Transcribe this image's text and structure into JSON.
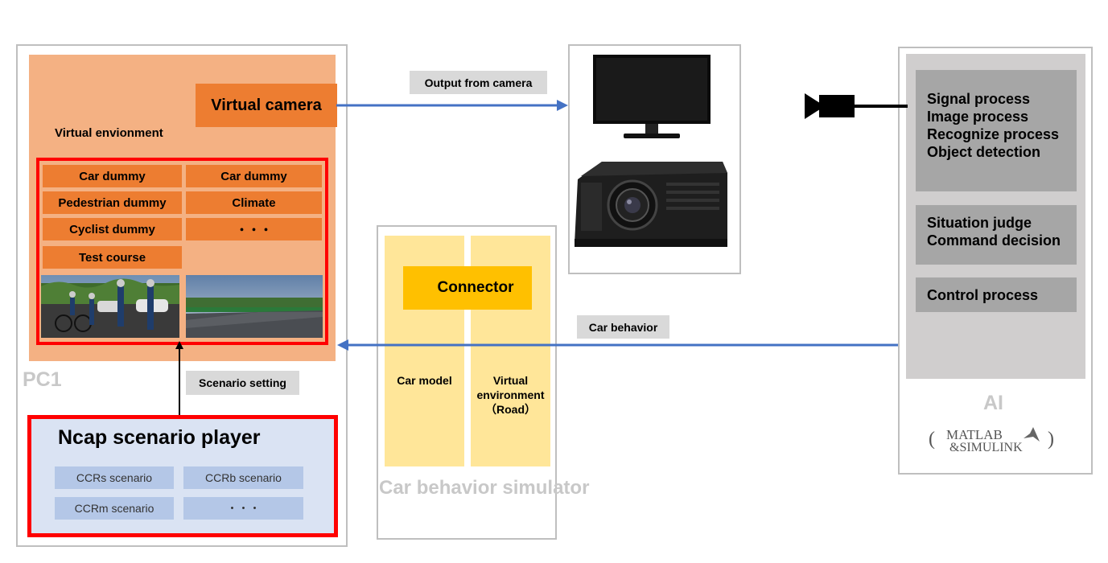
{
  "pc1": {
    "label": "PC1",
    "virtual_camera": "Virtual camera",
    "virtual_environment": "Virtual envionment",
    "cells": [
      "Car dummy",
      "Car dummy",
      "Pedestrian dummy",
      "Climate",
      "Cyclist dummy",
      "・・・",
      "Test course"
    ]
  },
  "ncap": {
    "title": "Ncap scenario player",
    "scenarios": [
      "CCRs scenario",
      "CCRb scenario",
      "CCRm scenario",
      "・・・"
    ]
  },
  "labels": {
    "output_from_camera": "Output from camera",
    "car_behavior": "Car behavior",
    "scenario_setting": "Scenario setting"
  },
  "simulator": {
    "label": "Car behavior simulator",
    "connector": "Connector",
    "car_model": "Car model",
    "virtual_env_l1": "Virtual",
    "virtual_env_l2": "environment",
    "virtual_env_l3": "（Road）"
  },
  "ai": {
    "label": "AI",
    "block1": [
      "Signal process",
      "Image process",
      "Recognize process",
      "Object detection"
    ],
    "block2": [
      "Situation judge",
      "Command decision"
    ],
    "block3": [
      "Control process"
    ],
    "logo_line1": "MATLAB",
    "logo_line2": "&SIMULINK",
    "logo_paren_open": "(",
    "logo_paren_close": ")"
  },
  "colors": {
    "arrow_blue": "#4472c4",
    "highlight_red": "#ff0000",
    "orange": "#ed7d31",
    "connector_yellow": "#ffc000"
  }
}
